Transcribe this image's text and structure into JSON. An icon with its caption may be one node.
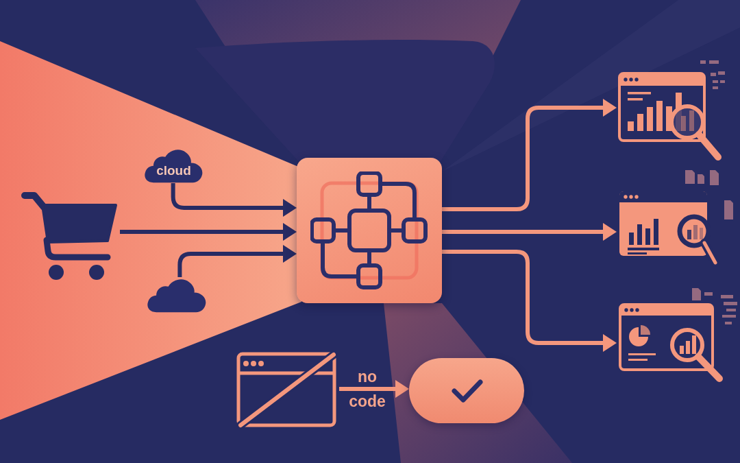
{
  "diagram": {
    "nodes": [
      {
        "text": [
          "cloud"
        ]
      },
      {
        "text": [],
        "shape": "picture"
      },
      {
        "text": [],
        "shape": "cloud"
      },
      {
        "text": [],
        "shape": "box"
      },
      {
        "text": [],
        "shape": "picture"
      },
      {
        "text": [],
        "shape": "picture"
      },
      {
        "text": [],
        "shape": "picture"
      },
      {
        "text": [],
        "shape": "picture"
      },
      {
        "text": [],
        "shape": "box"
      }
    ],
    "edges": [
      {
        "from": 0,
        "to": 3,
        "arrow": "to",
        "color": "#272b63"
      },
      {
        "from": 1,
        "to": 3,
        "arrow": "to",
        "color": "#272b63"
      },
      {
        "from": 2,
        "to": 3,
        "arrow": "to",
        "color": "#272b63"
      },
      {
        "from": 3,
        "to": 4,
        "arrow": "to"
      },
      {
        "from": 3,
        "to": 5,
        "arrow": "to"
      },
      {
        "from": 3,
        "to": 6,
        "arrow": "to"
      },
      {
        "from": 7,
        "to": 8,
        "arrow": "to",
        "label": "no code"
      }
    ]
  }
}
